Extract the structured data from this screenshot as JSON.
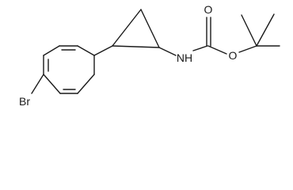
{
  "molecule": {
    "atom_labels": {
      "bromine": "Br",
      "nitrogen": "NH",
      "carbonyl_oxygen": "O",
      "ester_oxygen": "O"
    },
    "bond_color": "#1a1a1a"
  }
}
